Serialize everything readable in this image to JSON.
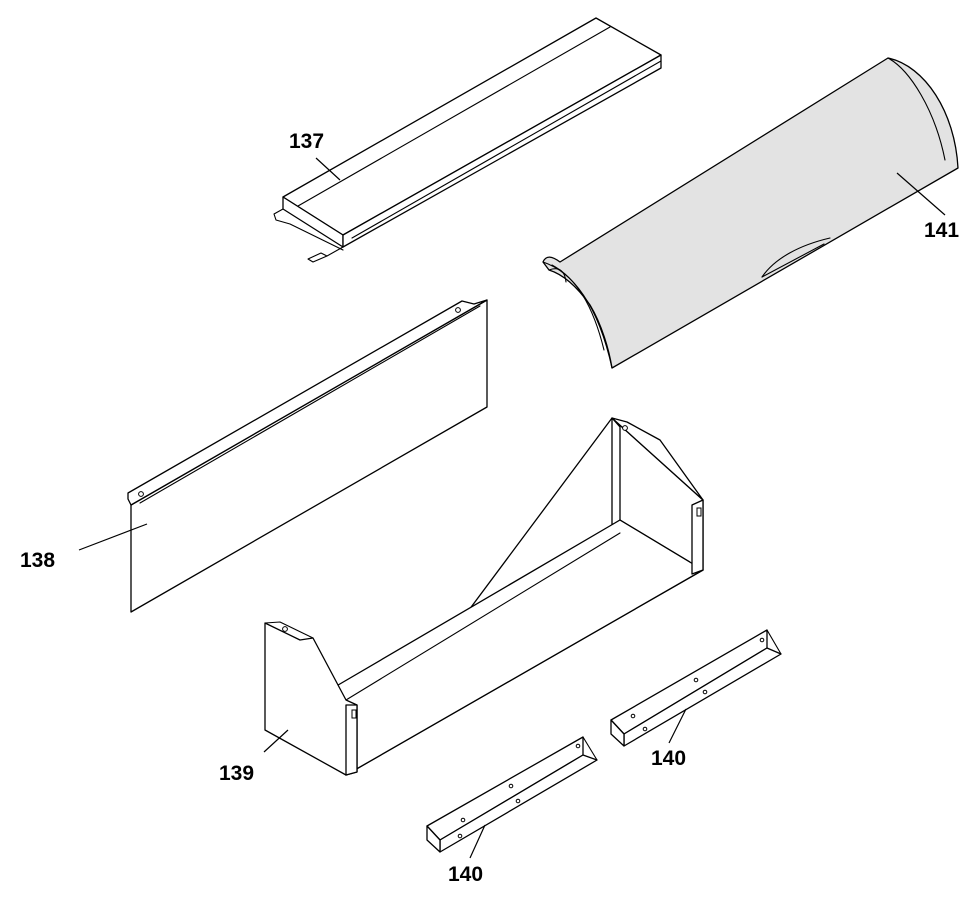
{
  "diagram": {
    "parts": [
      {
        "id": "lid",
        "label": "137"
      },
      {
        "id": "back_panel",
        "label": "138"
      },
      {
        "id": "trough",
        "label": "139"
      },
      {
        "id": "bracket_left",
        "label": "140"
      },
      {
        "id": "bracket_right",
        "label": "140"
      },
      {
        "id": "cover",
        "label": "141"
      }
    ],
    "colors": {
      "line": "#000000",
      "cover_fill": "#e3e3e3",
      "background": "#ffffff"
    }
  }
}
